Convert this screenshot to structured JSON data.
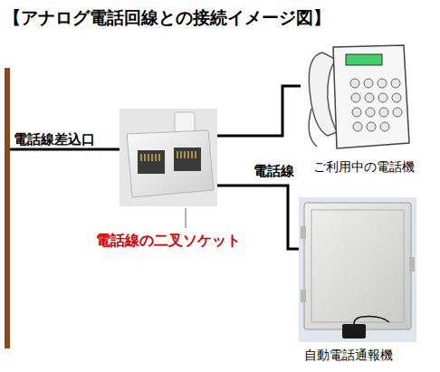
{
  "diagram": {
    "title": "【アナログ電話回線との接続イメージ図】",
    "nodes": [
      {
        "text": [
          "電話線差込口"
        ]
      },
      {
        "text": [
          "電話線の二叉ソケット"
        ]
      },
      {
        "text": [
          "ご利用中の電話機"
        ]
      },
      {
        "text": [
          "自動電話通報機"
        ]
      }
    ],
    "edges": [
      {
        "from": 0,
        "to": 1,
        "arrow": "none"
      },
      {
        "from": 1,
        "to": 2,
        "arrow": "none"
      },
      {
        "from": 1,
        "to": 3,
        "label": "電話線",
        "arrow": "none"
      }
    ]
  }
}
